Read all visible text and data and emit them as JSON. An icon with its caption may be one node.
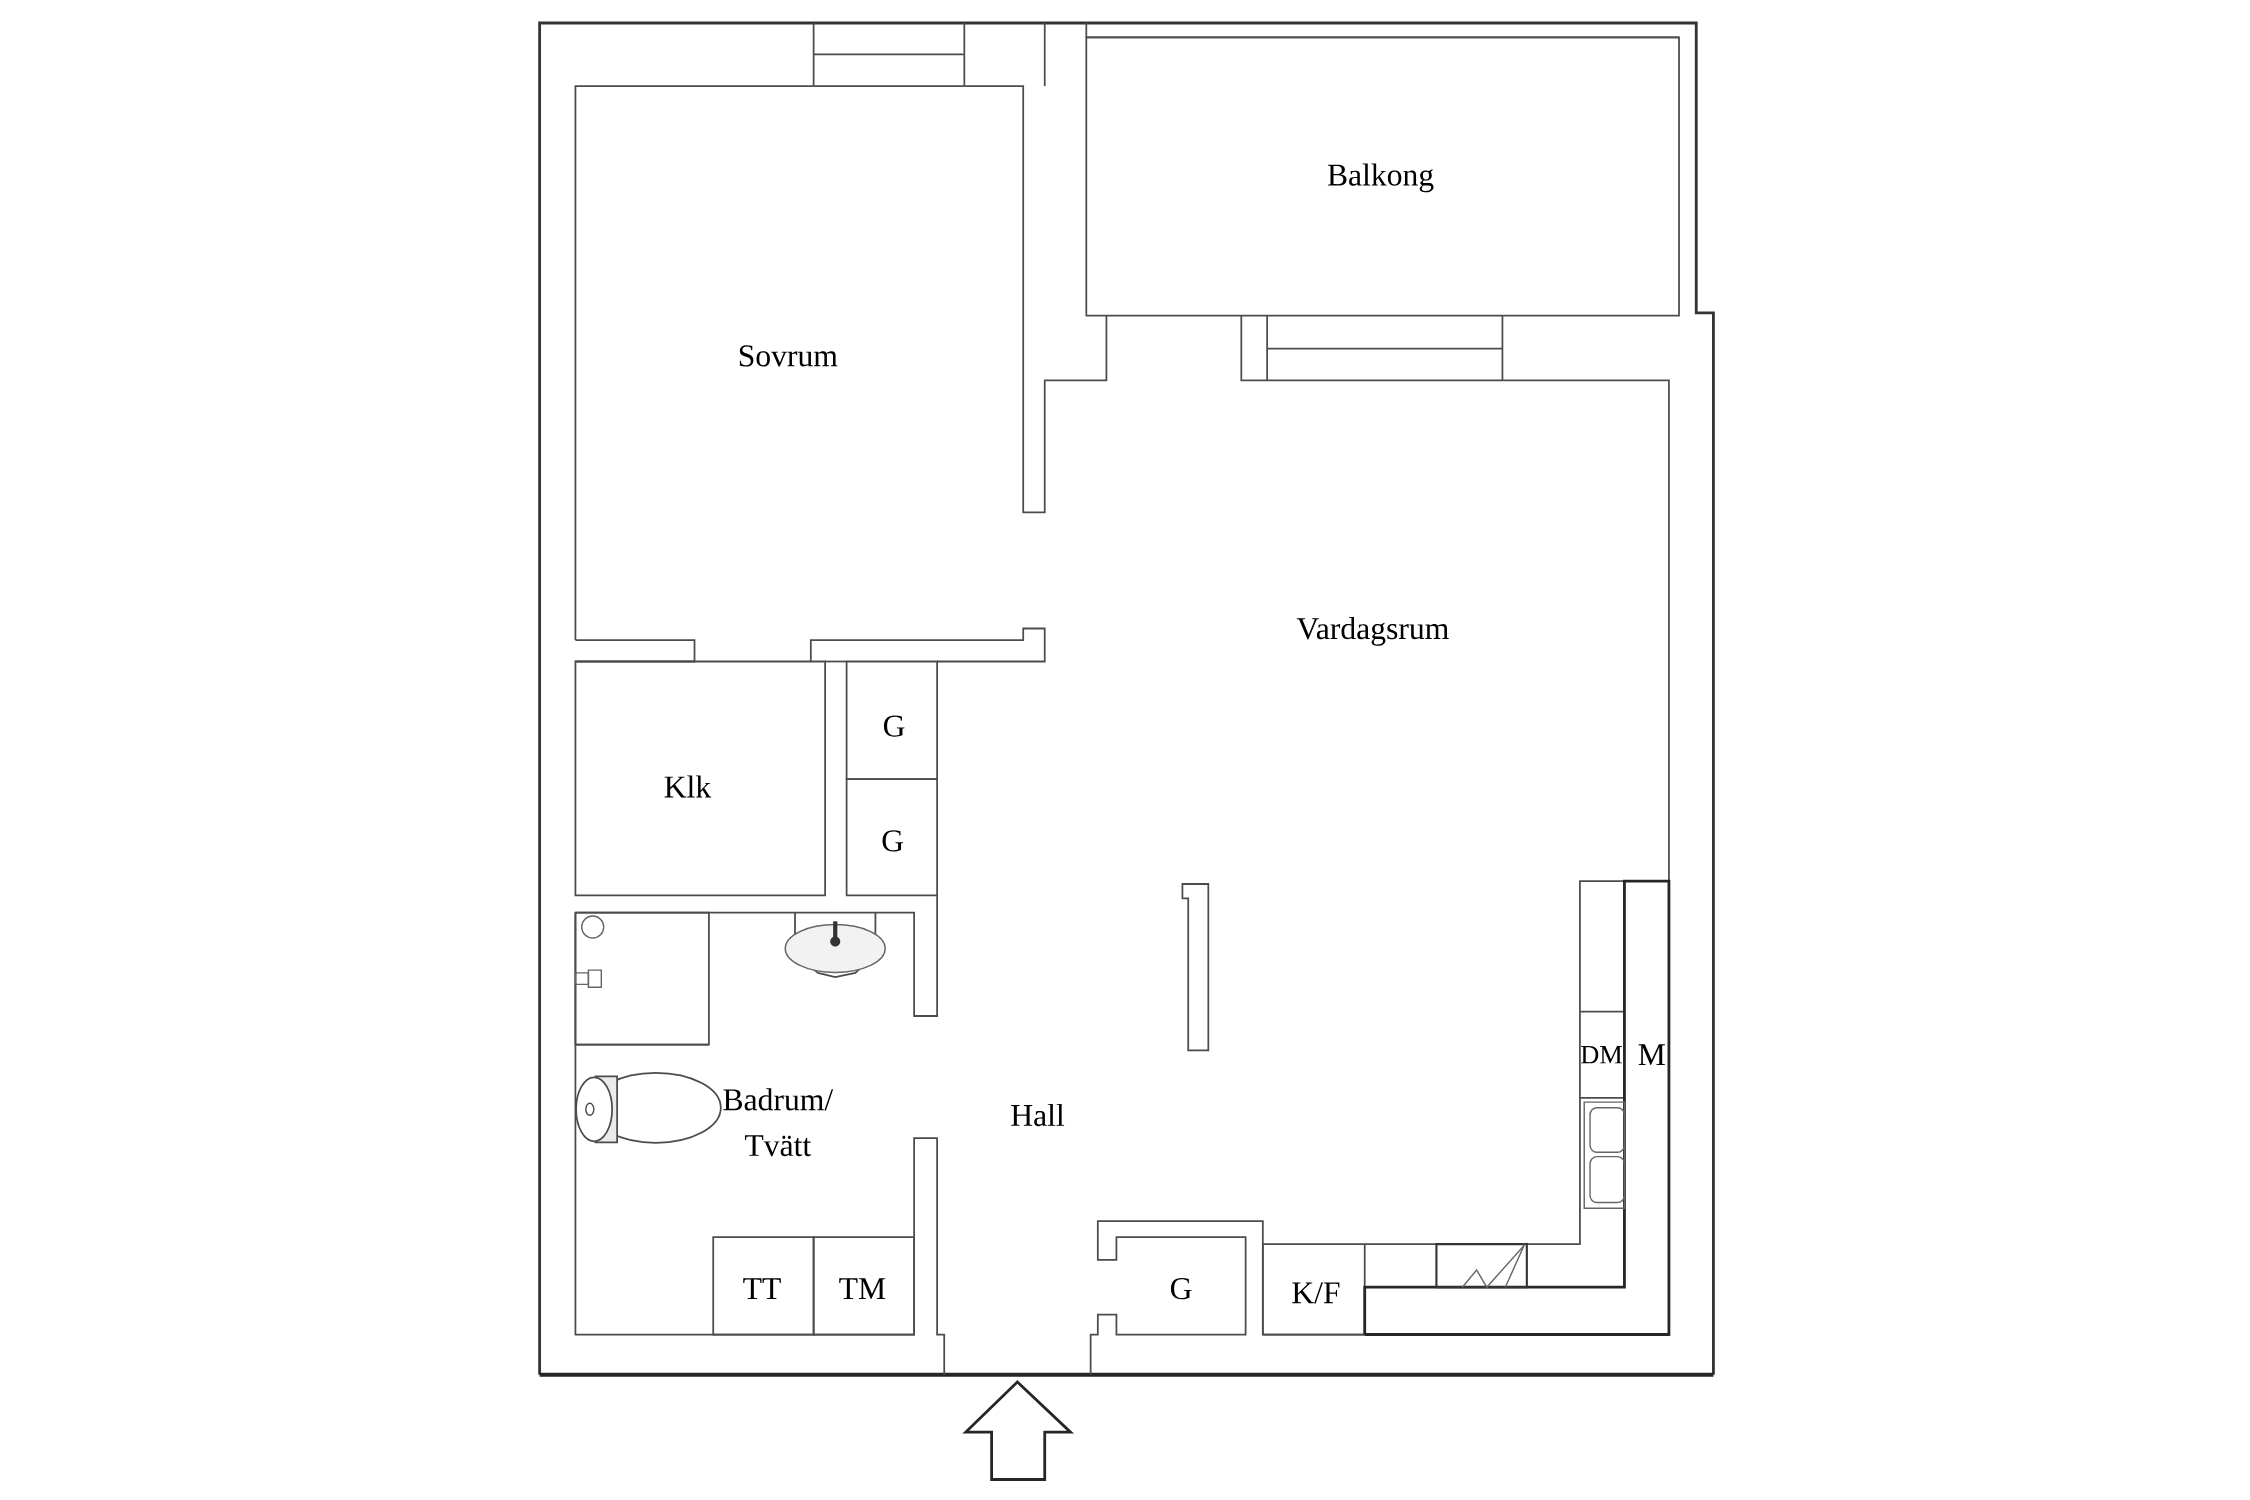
{
  "diagram": {
    "labels": [
      "Balkong",
      "Sovrum",
      "Vardagsrum",
      "G",
      "Klk",
      "G",
      "DM",
      "M",
      "Badrum/ Tvätt",
      "Hall",
      "TT",
      "TM",
      "G",
      "K/F"
    ]
  }
}
